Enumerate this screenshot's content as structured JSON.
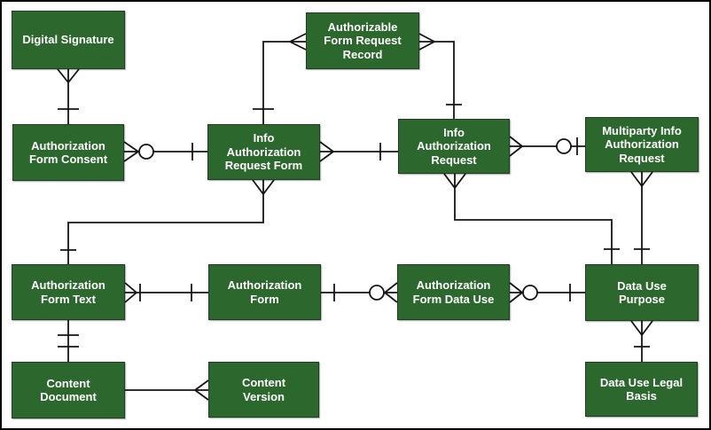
{
  "diagram": {
    "type": "entity-relationship-diagram",
    "notation": "crow-foot",
    "colors": {
      "entity_fill": "#2c682d",
      "entity_border": "#233c24",
      "entity_text": "#ffffff",
      "connector": "#141414",
      "background": "#ffffff",
      "frame_border": "#000000"
    },
    "entities": [
      {
        "id": "digital-signature",
        "label": "Digital Signature",
        "lines": [
          "Digital Signature"
        ]
      },
      {
        "id": "authorizable-form-request-record",
        "label": "Authorizable Form Request Record",
        "lines": [
          "Authorizable",
          "Form Request",
          "Record"
        ]
      },
      {
        "id": "authorization-form-consent",
        "label": "Authorization Form Consent",
        "lines": [
          "Authorization",
          "Form Consent"
        ]
      },
      {
        "id": "info-authorization-request-form",
        "label": "Info Authorization Request Form",
        "lines": [
          "Info",
          "Authorization",
          "Request Form"
        ]
      },
      {
        "id": "info-authorization-request",
        "label": "Info Authorization Request",
        "lines": [
          "Info",
          "Authorization",
          "Request"
        ]
      },
      {
        "id": "multiparty-info-authorization-request",
        "label": "Multiparty Info Authorization Request",
        "lines": [
          "Multiparty Info",
          "Authorization",
          "Request"
        ]
      },
      {
        "id": "authorization-form-text",
        "label": "Authorization Form Text",
        "lines": [
          "Authorization",
          "Form Text"
        ]
      },
      {
        "id": "authorization-form",
        "label": "Authorization Form",
        "lines": [
          "Authorization",
          "Form"
        ]
      },
      {
        "id": "authorization-form-data-use",
        "label": "Authorization Form Data Use",
        "lines": [
          "Authorization",
          "Form Data Use"
        ]
      },
      {
        "id": "data-use-purpose",
        "label": "Data Use Purpose",
        "lines": [
          "Data Use",
          "Purpose"
        ]
      },
      {
        "id": "content-document",
        "label": "Content Document",
        "lines": [
          "Content",
          "Document"
        ]
      },
      {
        "id": "content-version",
        "label": "Content Version",
        "lines": [
          "Content",
          "Version"
        ]
      },
      {
        "id": "data-use-legal-basis",
        "label": "Data Use Legal Basis",
        "lines": [
          "Data Use Legal",
          "Basis"
        ]
      }
    ],
    "relationships": [
      {
        "from": "digital-signature",
        "from_cardinality": "many",
        "to": "authorization-form-consent",
        "to_cardinality": "one"
      },
      {
        "from": "authorization-form-consent",
        "from_cardinality": "zero-or-many",
        "to": "info-authorization-request-form",
        "to_cardinality": "one"
      },
      {
        "from": "authorizable-form-request-record",
        "from_cardinality": "many",
        "to": "info-authorization-request-form",
        "to_cardinality": "one"
      },
      {
        "from": "authorizable-form-request-record",
        "from_cardinality": "many",
        "to": "info-authorization-request",
        "to_cardinality": "one"
      },
      {
        "from": "info-authorization-request-form",
        "from_cardinality": "many",
        "to": "info-authorization-request",
        "to_cardinality": "one"
      },
      {
        "from": "info-authorization-request",
        "from_cardinality": "many",
        "to": "multiparty-info-authorization-request",
        "to_cardinality": "zero-or-one"
      },
      {
        "from": "info-authorization-request",
        "from_cardinality": "many",
        "to": "data-use-purpose",
        "to_cardinality": "one"
      },
      {
        "from": "multiparty-info-authorization-request",
        "from_cardinality": "many",
        "to": "data-use-purpose",
        "to_cardinality": "one"
      },
      {
        "from": "info-authorization-request-form",
        "from_cardinality": "many",
        "to": "authorization-form-text",
        "to_cardinality": "one"
      },
      {
        "from": "authorization-form-text",
        "from_cardinality": "one-or-many",
        "to": "authorization-form",
        "to_cardinality": "one"
      },
      {
        "from": "authorization-form-data-use",
        "from_cardinality": "zero-or-many",
        "to": "authorization-form",
        "to_cardinality": "one"
      },
      {
        "from": "authorization-form-data-use",
        "from_cardinality": "zero-or-many",
        "to": "data-use-purpose",
        "to_cardinality": "one"
      },
      {
        "from": "authorization-form-text",
        "from_cardinality": "one",
        "to": "content-document",
        "to_cardinality": "one"
      },
      {
        "from": "content-version",
        "from_cardinality": "many",
        "to": "content-document",
        "to_cardinality": "one"
      },
      {
        "from": "data-use-purpose",
        "from_cardinality": "many",
        "to": "data-use-legal-basis",
        "to_cardinality": "one"
      }
    ]
  }
}
